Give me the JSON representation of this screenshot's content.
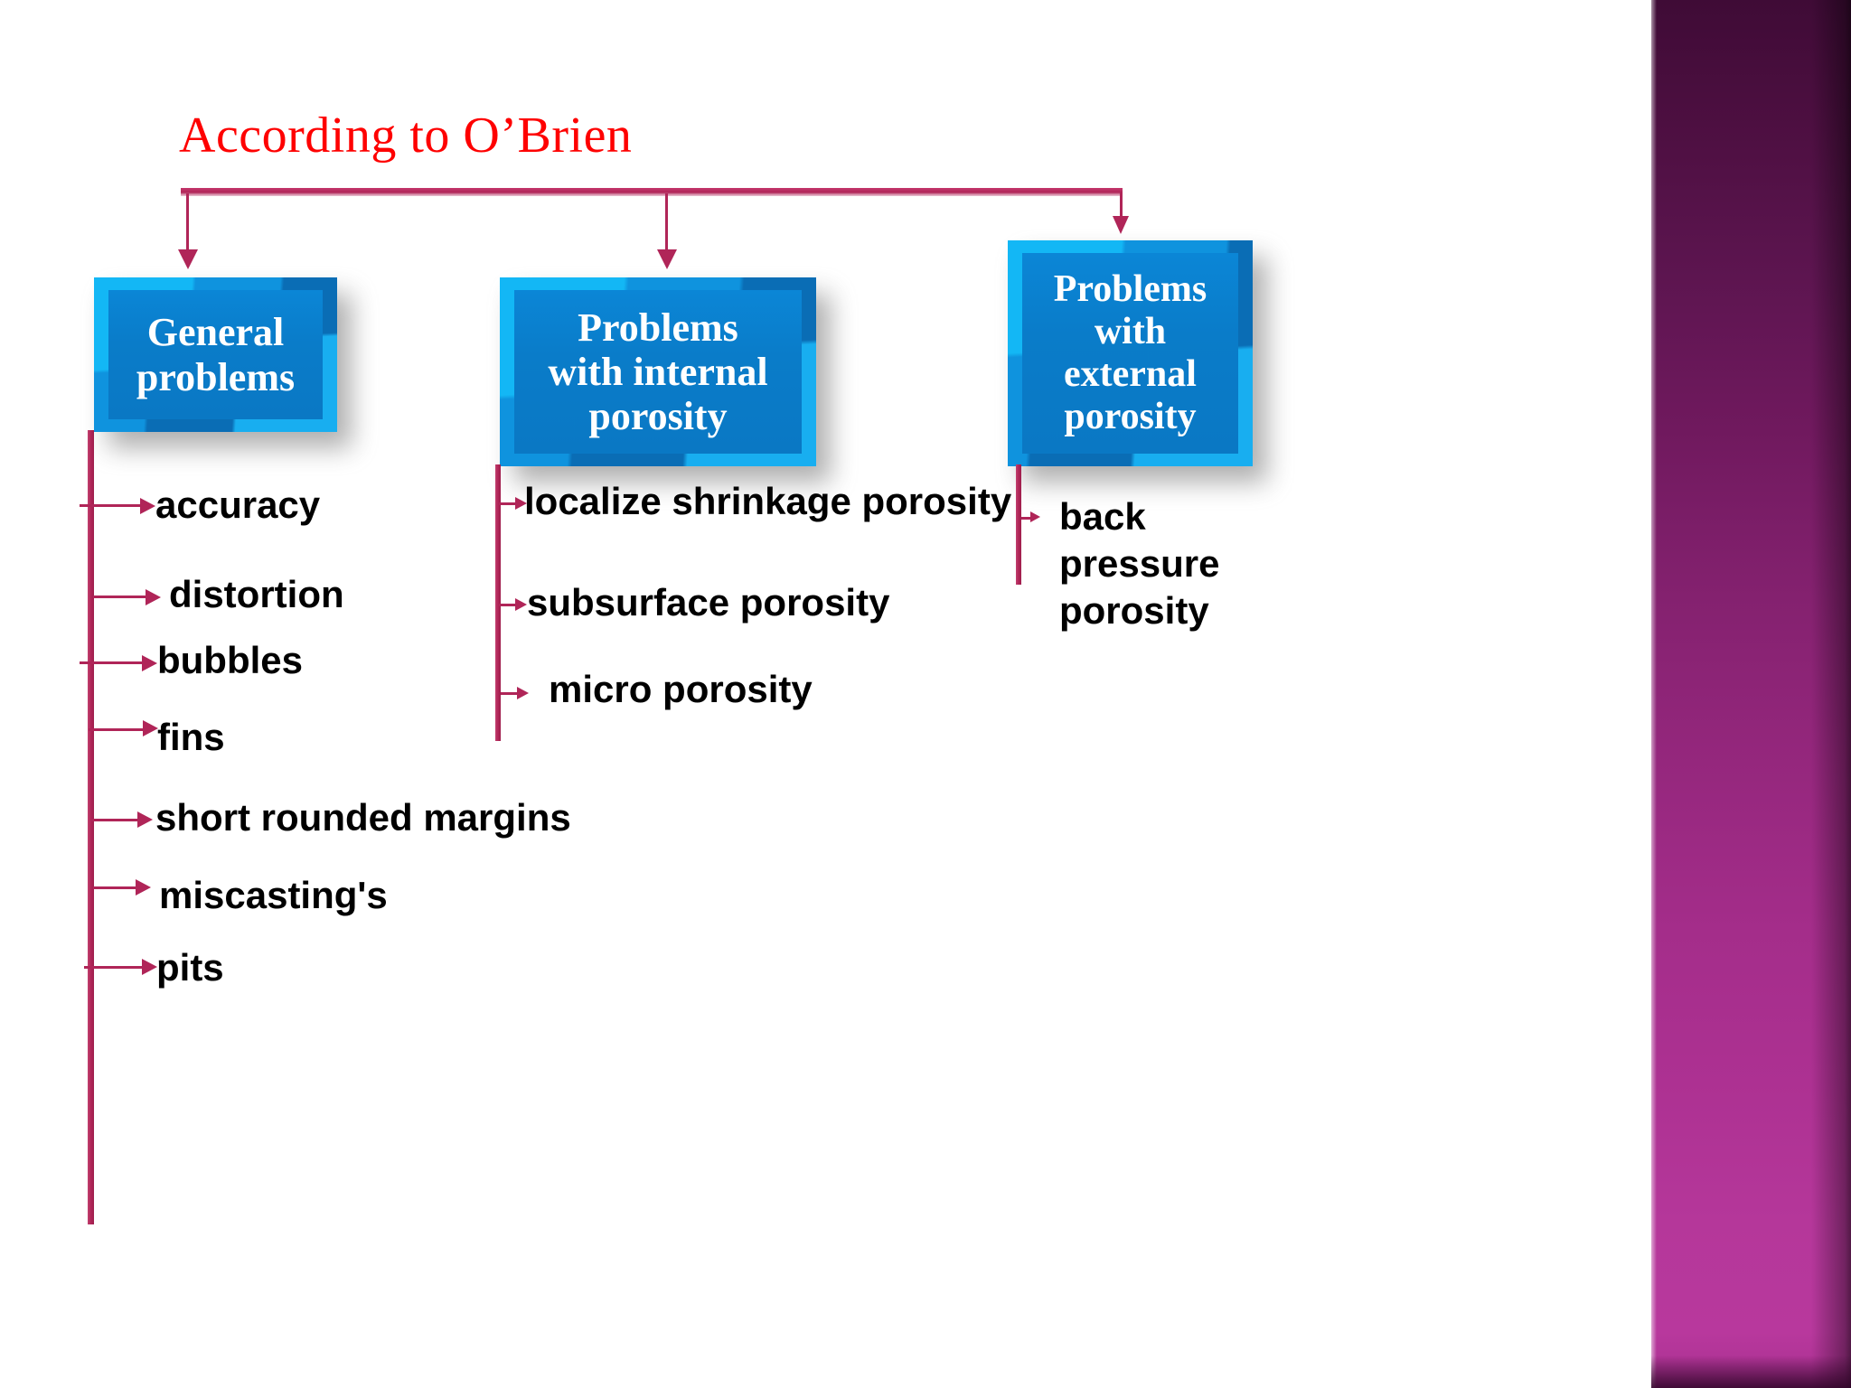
{
  "title": "According to O’Brien",
  "colors": {
    "title_red": "#fe0000",
    "connector_crimson": "#b02558",
    "box_blue": "#0a7fd0",
    "box_bevel_light": "#13b7f5",
    "band_purple_top": "#3f0b36",
    "band_purple_bottom": "#b8389d",
    "leaf_text": "#000000",
    "box_text": "#ffffff"
  },
  "nodes": [
    {
      "id": "general-problems",
      "label": "General\nproblems",
      "label_lines": [
        "General",
        "problems"
      ],
      "leaves": [
        {
          "text": "accuracy"
        },
        {
          "text": "distortion"
        },
        {
          "text": "bubbles"
        },
        {
          "text": "fins"
        },
        {
          "text": "short rounded margins"
        },
        {
          "text": "miscasting's"
        },
        {
          "text": "pits"
        }
      ]
    },
    {
      "id": "internal-porosity",
      "label": "Problems\nwith internal\nporosity",
      "label_lines": [
        "Problems",
        "with internal",
        "porosity"
      ],
      "leaves": [
        {
          "text": "localize shrinkage porosity"
        },
        {
          "text": "subsurface porosity"
        },
        {
          "text": "micro porosity"
        }
      ]
    },
    {
      "id": "external-porosity",
      "label": "Problems\nwith\nexternal\nporosity",
      "label_lines": [
        "Problems",
        "with",
        "external",
        "porosity"
      ],
      "leaves": [
        {
          "text": "back pressure porosity"
        }
      ]
    }
  ]
}
